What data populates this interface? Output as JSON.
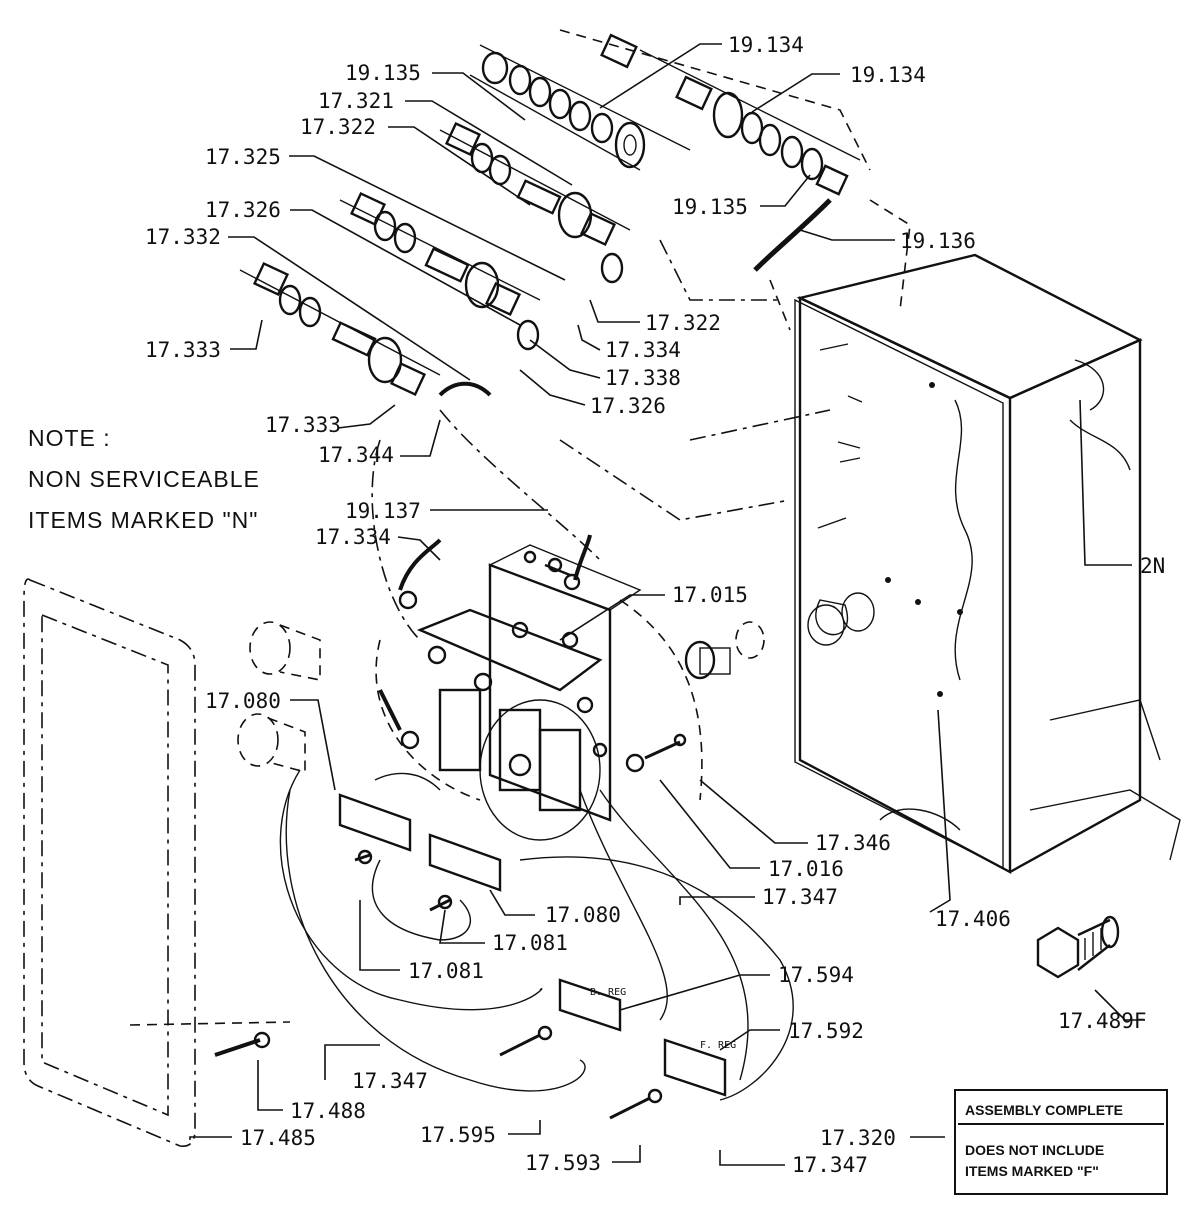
{
  "note": {
    "title": "NOTE :",
    "line1": "NON SERVICEABLE",
    "line2": "ITEMS MARKED \"N\""
  },
  "box": {
    "line1": "ASSEMBLY COMPLETE",
    "line2": "DOES NOT INCLUDE",
    "line3": "ITEMS MARKED \"F\""
  },
  "small_labels": {
    "reg_upper": "B. REG",
    "reg_lower": "F. REG"
  },
  "callouts": [
    {
      "id": "c-19134-a",
      "text": "19.134"
    },
    {
      "id": "c-19134-b",
      "text": "19.134"
    },
    {
      "id": "c-19135-a",
      "text": "19.135"
    },
    {
      "id": "c-17321",
      "text": "17.321"
    },
    {
      "id": "c-17322-a",
      "text": "17.322"
    },
    {
      "id": "c-17325",
      "text": "17.325"
    },
    {
      "id": "c-19135-b",
      "text": "19.135"
    },
    {
      "id": "c-19136",
      "text": "19.136"
    },
    {
      "id": "c-17326-a",
      "text": "17.326"
    },
    {
      "id": "c-17332",
      "text": "17.332"
    },
    {
      "id": "c-17322-b",
      "text": "17.322"
    },
    {
      "id": "c-17334-a",
      "text": "17.334"
    },
    {
      "id": "c-17333-a",
      "text": "17.333"
    },
    {
      "id": "c-17338",
      "text": "17.338"
    },
    {
      "id": "c-17326-b",
      "text": "17.326"
    },
    {
      "id": "c-17333-b",
      "text": "17.333"
    },
    {
      "id": "c-17344",
      "text": "17.344"
    },
    {
      "id": "c-19137",
      "text": "19.137"
    },
    {
      "id": "c-17334-b",
      "text": "17.334"
    },
    {
      "id": "c-17015",
      "text": "17.015"
    },
    {
      "id": "c-2n",
      "text": "2N"
    },
    {
      "id": "c-17080-a",
      "text": "17.080"
    },
    {
      "id": "c-17346",
      "text": "17.346"
    },
    {
      "id": "c-17016",
      "text": "17.016"
    },
    {
      "id": "c-17347-a",
      "text": "17.347"
    },
    {
      "id": "c-17080-b",
      "text": "17.080"
    },
    {
      "id": "c-17406",
      "text": "17.406"
    },
    {
      "id": "c-17081-a",
      "text": "17.081"
    },
    {
      "id": "c-17081-b",
      "text": "17.081"
    },
    {
      "id": "c-17594",
      "text": "17.594"
    },
    {
      "id": "c-17489f",
      "text": "17.489F"
    },
    {
      "id": "c-17592",
      "text": "17.592"
    },
    {
      "id": "c-17347-b",
      "text": "17.347"
    },
    {
      "id": "c-17488",
      "text": "17.488"
    },
    {
      "id": "c-17485",
      "text": "17.485"
    },
    {
      "id": "c-17595",
      "text": "17.595"
    },
    {
      "id": "c-17320",
      "text": "17.320"
    },
    {
      "id": "c-17593",
      "text": "17.593"
    },
    {
      "id": "c-17347-c",
      "text": "17.347"
    }
  ]
}
